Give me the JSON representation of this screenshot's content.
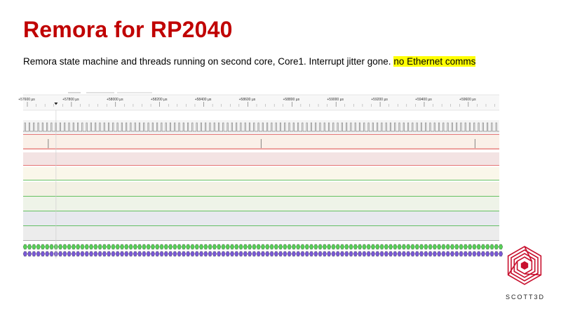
{
  "slide": {
    "title": "Remora for RP2040",
    "subtitle_main": "Remora state machine and threads running on second core, Core1. Interrupt jitter gone. ",
    "subtitle_highlight": "no Ethernet comms"
  },
  "analyzer": {
    "time_labels": [
      "+57600 µs",
      "+57800 µs",
      "+58000 µs",
      "+58200 µs",
      "+58400 µs",
      "+58600 µs",
      "+58800 µs",
      "+59000 µs",
      "+59200 µs",
      "+59400 µs",
      "+59600 µs"
    ],
    "channels": [
      {
        "kind": "clock",
        "bg": "#f3f3f3",
        "line": "#888888"
      },
      {
        "kind": "pulses",
        "bg": "#faf0e8",
        "line": "#e05050",
        "pulse_times_us": [
          57695,
          58660,
          59630
        ]
      },
      {
        "kind": "flat",
        "bg": "#f3e3e3",
        "line": "#e05050"
      },
      {
        "kind": "flat",
        "bg": "#faf7ea",
        "line": "#37b037"
      },
      {
        "kind": "flat",
        "bg": "#f3f1e4",
        "line": "#37b037"
      },
      {
        "kind": "flat",
        "bg": "#eef3e8",
        "line": "#37b037"
      },
      {
        "kind": "flat",
        "bg": "#e7e9ee",
        "line": "#37b037"
      },
      {
        "kind": "flat",
        "bg": "#ececec",
        "line": "#9a9a9a"
      }
    ],
    "bus_colors": [
      "#58d058",
      "#7a5ad6"
    ],
    "cursor_time_us": 57730
  },
  "logo": {
    "text": "SCOTT3D",
    "color": "#c8102e"
  }
}
